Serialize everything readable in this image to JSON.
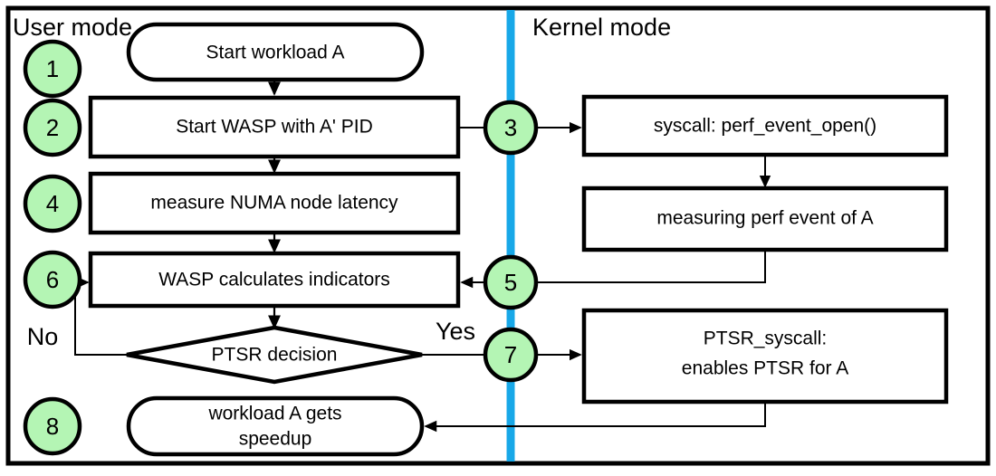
{
  "diagram": {
    "title_user_mode": "User mode",
    "title_kernel_mode": "Kernel mode",
    "colors": {
      "badge_fill": "#b4f5b4",
      "divider": "#18a8e8",
      "stroke": "#000000",
      "node_fill": "#ffffff"
    },
    "lanes": [
      {
        "id": "user",
        "label": "User mode"
      },
      {
        "id": "kernel",
        "label": "Kernel mode"
      }
    ],
    "branch_labels": {
      "no": "No",
      "yes": "Yes"
    },
    "nodes": [
      {
        "id": "n1",
        "shape": "stadium",
        "label": "Start workload A",
        "lane": "user"
      },
      {
        "id": "n2",
        "shape": "rect",
        "label": "Start WASP with A' PID",
        "lane": "user"
      },
      {
        "id": "n3",
        "shape": "rect",
        "label": "syscall: perf_event_open()",
        "lane": "kernel"
      },
      {
        "id": "n4",
        "shape": "rect",
        "label": "measure NUMA node latency",
        "lane": "user"
      },
      {
        "id": "n5",
        "shape": "rect",
        "label": "measuring perf event of A",
        "lane": "kernel"
      },
      {
        "id": "n6",
        "shape": "rect",
        "label": "WASP calculates indicators",
        "lane": "user"
      },
      {
        "id": "n7",
        "shape": "diamond",
        "label": "PTSR decision",
        "lane": "user"
      },
      {
        "id": "n8",
        "shape": "rect",
        "label_line1": "PTSR_syscall:",
        "label_line2": "enables PTSR for A",
        "lane": "kernel"
      },
      {
        "id": "n9",
        "shape": "stadium",
        "label_line1": "workload A gets",
        "label_line2": "speedup",
        "lane": "user"
      }
    ],
    "badges": [
      {
        "id": "b1",
        "number": "1"
      },
      {
        "id": "b2",
        "number": "2"
      },
      {
        "id": "b3",
        "number": "3"
      },
      {
        "id": "b4",
        "number": "4"
      },
      {
        "id": "b5",
        "number": "5"
      },
      {
        "id": "b6",
        "number": "6"
      },
      {
        "id": "b7",
        "number": "7"
      },
      {
        "id": "b8",
        "number": "8"
      }
    ]
  }
}
